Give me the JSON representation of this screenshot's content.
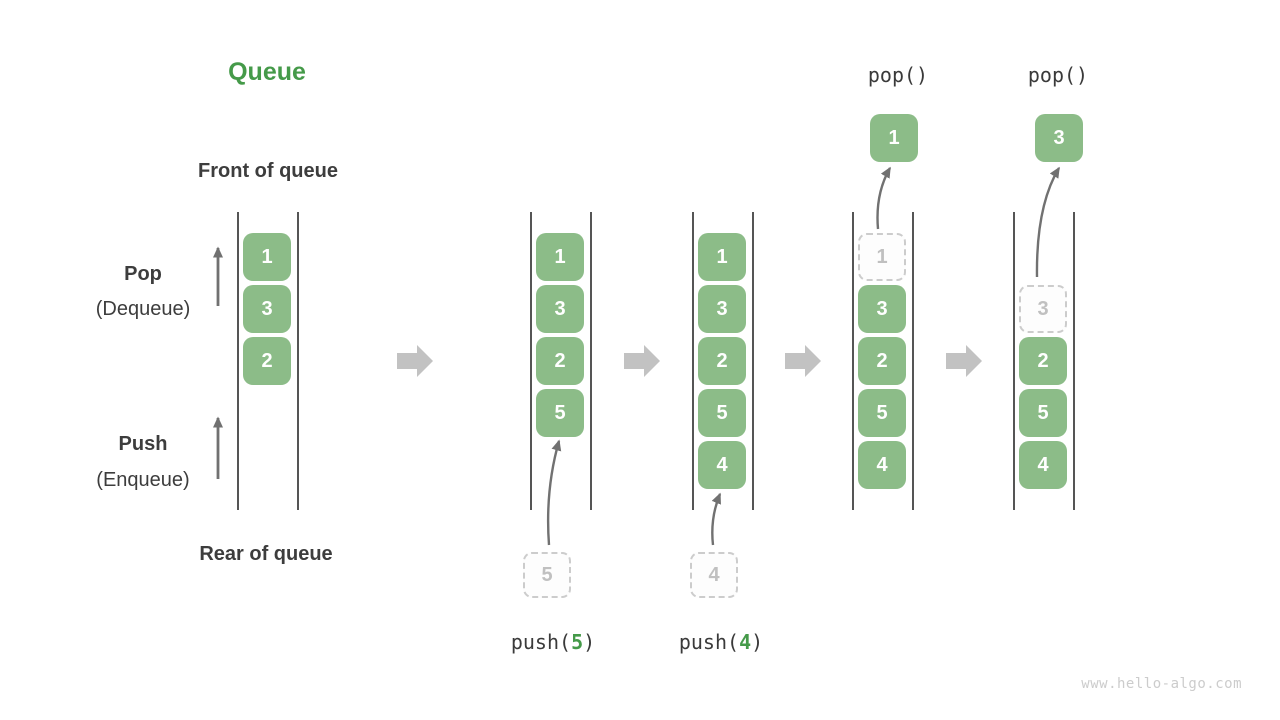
{
  "title": "Queue",
  "side_labels": {
    "front_of_queue": "Front of queue",
    "rear_of_queue": "Rear of queue",
    "pop_main": "Pop",
    "pop_sub": "(Dequeue)",
    "push_main": "Push",
    "push_sub": "(Enqueue)"
  },
  "watermark": "www.hello-algo.com",
  "colors": {
    "title_green": "#459a49",
    "box_green": "#8cbc88",
    "box_text": "#ffffff",
    "dashed_border": "#cccccc",
    "dashed_fill": "#fdfdfd",
    "dashed_text": "#c0c0c0",
    "wall": "#555555",
    "text_dark": "#3d3d3d",
    "thin_arrow": "#717171",
    "block_arrow": "#c2c2c2",
    "code_text": "#3a3a3a",
    "code_green": "#459a49",
    "watermark_color": "#cccccc"
  },
  "queue_states": [
    {
      "name": "initial",
      "cells": [
        {
          "slot": 0,
          "value": "1",
          "style": "solid"
        },
        {
          "slot": 1,
          "value": "3",
          "style": "solid"
        },
        {
          "slot": 2,
          "value": "2",
          "style": "solid"
        }
      ]
    },
    {
      "name": "after-push-5",
      "cells": [
        {
          "slot": 0,
          "value": "1",
          "style": "solid"
        },
        {
          "slot": 1,
          "value": "3",
          "style": "solid"
        },
        {
          "slot": 2,
          "value": "2",
          "style": "solid"
        },
        {
          "slot": 3,
          "value": "5",
          "style": "solid"
        }
      ],
      "push": {
        "value": "5",
        "call_pre": "push(",
        "call_arg": "5",
        "call_post": ")"
      }
    },
    {
      "name": "after-push-4",
      "cells": [
        {
          "slot": 0,
          "value": "1",
          "style": "solid"
        },
        {
          "slot": 1,
          "value": "3",
          "style": "solid"
        },
        {
          "slot": 2,
          "value": "2",
          "style": "solid"
        },
        {
          "slot": 3,
          "value": "5",
          "style": "solid"
        },
        {
          "slot": 4,
          "value": "4",
          "style": "solid"
        }
      ],
      "push": {
        "value": "4",
        "call_pre": "push(",
        "call_arg": "4",
        "call_post": ")"
      }
    },
    {
      "name": "after-pop-1",
      "cells": [
        {
          "slot": 0,
          "value": "1",
          "style": "dashed"
        },
        {
          "slot": 1,
          "value": "3",
          "style": "solid"
        },
        {
          "slot": 2,
          "value": "2",
          "style": "solid"
        },
        {
          "slot": 3,
          "value": "5",
          "style": "solid"
        },
        {
          "slot": 4,
          "value": "4",
          "style": "solid"
        }
      ],
      "pop": {
        "call": "pop()",
        "value": "1"
      }
    },
    {
      "name": "after-pop-3",
      "cells": [
        {
          "slot": 1,
          "value": "3",
          "style": "dashed"
        },
        {
          "slot": 2,
          "value": "2",
          "style": "solid"
        },
        {
          "slot": 3,
          "value": "5",
          "style": "solid"
        },
        {
          "slot": 4,
          "value": "4",
          "style": "solid"
        }
      ],
      "pop": {
        "call": "pop()",
        "value": "3"
      }
    }
  ]
}
